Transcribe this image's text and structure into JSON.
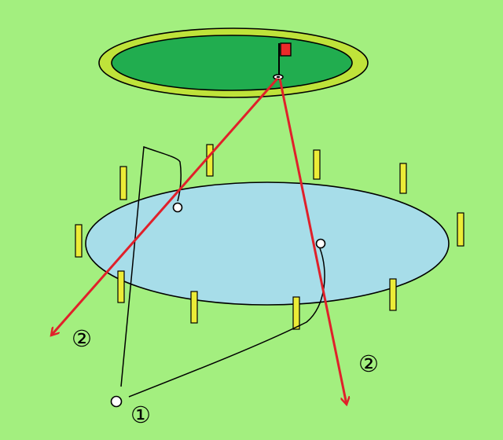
{
  "diagram": {
    "labels": {
      "ball_origin": "①",
      "drop_option_left": "②",
      "drop_option_right": "②"
    },
    "colors": {
      "background": "#a3ef7f",
      "fringe": "#bfe33a",
      "green": "#21ad4f",
      "water": "#a7dde9",
      "stake": "#ecec37",
      "flag": "#ea2a2a",
      "arrow": "#e0202a",
      "outline": "#000000",
      "ball": "#ffffff"
    },
    "icons": {
      "flag": "flag-icon",
      "ball": "golf-ball-icon",
      "hole": "hole-icon"
    }
  }
}
